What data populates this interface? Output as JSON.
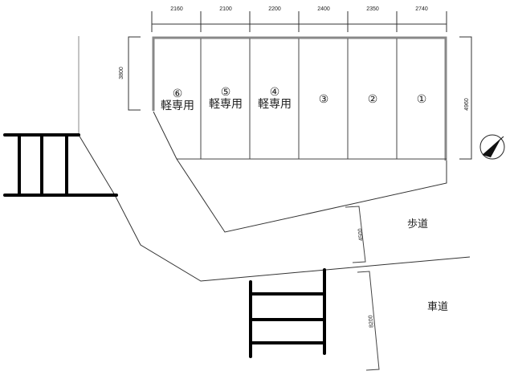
{
  "top_dimensions": [
    "2160",
    "2100",
    "2200",
    "2400",
    "2350",
    "2740"
  ],
  "left_dimension": "3800",
  "right_dimension": "4960",
  "stalls": [
    {
      "number": "⑥",
      "note": "軽専用"
    },
    {
      "number": "⑤",
      "note": "軽専用"
    },
    {
      "number": "④",
      "note": "軽専用"
    },
    {
      "number": "③",
      "note": ""
    },
    {
      "number": "②",
      "note": ""
    },
    {
      "number": "①",
      "note": ""
    }
  ],
  "sidewalk": {
    "label": "歩道",
    "width": "4500"
  },
  "roadway": {
    "label": "車道",
    "width": "8200"
  },
  "icons": {
    "compass": "north-arrow-icon"
  }
}
